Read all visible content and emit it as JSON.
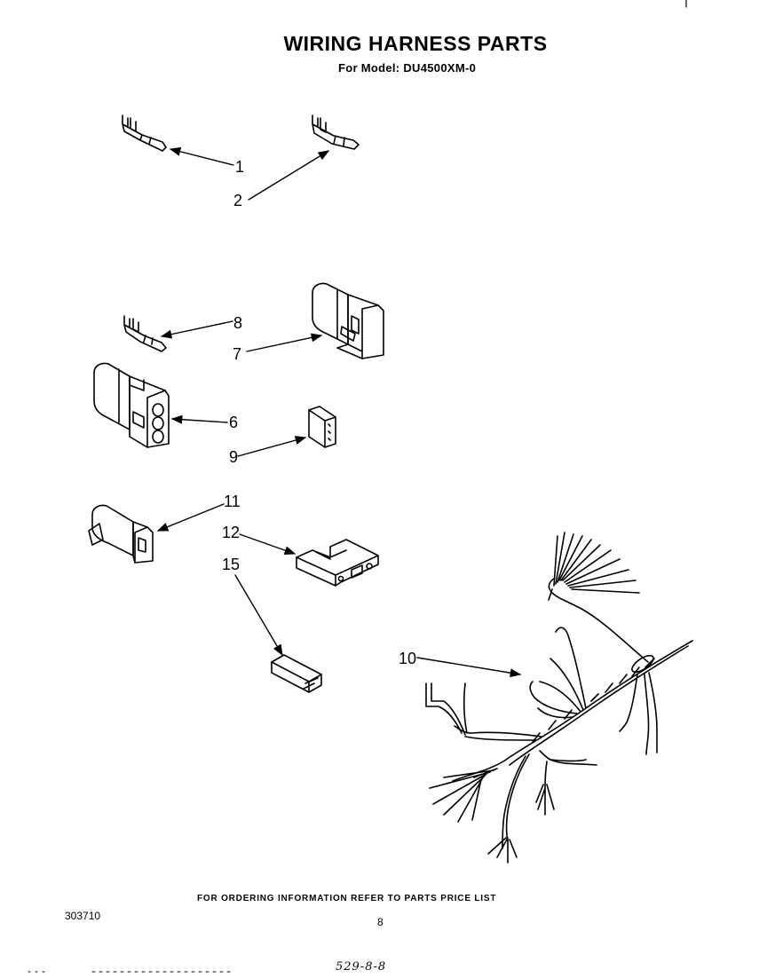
{
  "header": {
    "title": "WIRING HARNESS PARTS",
    "model_line": "For Model: DU4500XM-0"
  },
  "callouts": {
    "c1": "1",
    "c2": "2",
    "c6": "6",
    "c7": "7",
    "c8": "8",
    "c9": "9",
    "c10": "10",
    "c11": "11",
    "c12": "12",
    "c15": "15"
  },
  "footer": {
    "ordering_note": "FOR ORDERING INFORMATION REFER TO PARTS PRICE LIST",
    "doc_number": "303710",
    "page_number": "8",
    "handwritten_note": "529-8-8"
  }
}
